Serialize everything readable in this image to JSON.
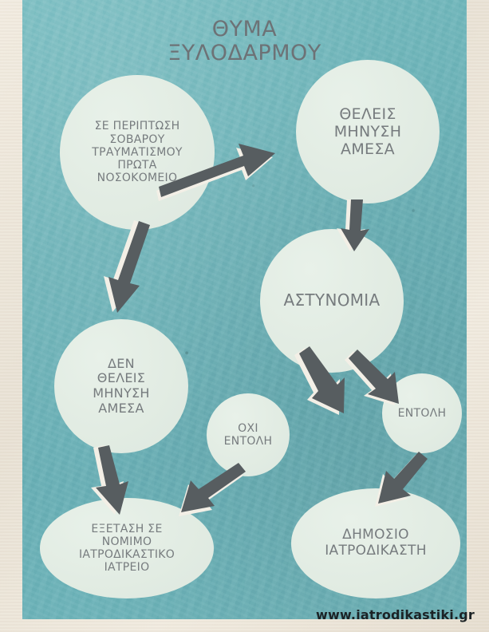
{
  "poster": {
    "title": "ΘΥΜΑ\nΞΥΛΟΔΑΡΜΟΥ",
    "url": "www.iatrodikastiki.gr",
    "colors": {
      "panel_teal": "#6fb3b8",
      "frame_cream": "#efe9de",
      "node_fill": "#e3ede4",
      "text_gray": "#767b7e",
      "title_gray": "#6d7276",
      "arrow_gray": "#575d60",
      "arrow_highlight": "#f3f0e8",
      "url_dark": "#1c2326"
    }
  },
  "nodes": [
    {
      "id": "hospital",
      "label": "ΣΕ ΠΕΡΙΠΤΩΣΗ\nΣΟΒΑΡΟΥ\nΤΡΑΥΜΑΤΙΣΜΟΥ\nΠΡΩΤΑ\nΝΟΣΟΚΟΜΕΙΟ"
    },
    {
      "id": "wants",
      "label": "ΘΕΛΕΙΣ\nΜΗΝΥΣΗ\nΑΜΕΣΑ"
    },
    {
      "id": "police",
      "label": "ΑΣΤΥΝΟΜΙΑ"
    },
    {
      "id": "notwant",
      "label": "ΔΕΝ\nΘΕΛΕΙΣ\nΜΗΝΥΣΗ\nΑΜΕΣΑ"
    },
    {
      "id": "noorder",
      "label": "ΟΧΙ\nΕΝΤΟΛΗ"
    },
    {
      "id": "order",
      "label": "ΕΝΤΟΛΗ"
    },
    {
      "id": "legal",
      "label": "ΕΞΕΤΑΣΗ ΣΕ\nΝΟΜΙΜΟ\nΙΑΤΡΟΔΙΚΑΣΤΙΚΟ\nΙΑΤΡΕΙΟ"
    },
    {
      "id": "public",
      "label": "ΔΗΜΟΣΙΟ\nΙΑΤΡΟΔΙΚΑΣΤΗ"
    }
  ],
  "edges": [
    {
      "from": "hospital",
      "to": "wants"
    },
    {
      "from": "hospital",
      "to": "notwant"
    },
    {
      "from": "wants",
      "to": "police"
    },
    {
      "from": "police",
      "to": "noorder"
    },
    {
      "from": "police",
      "to": "order"
    },
    {
      "from": "notwant",
      "to": "legal"
    },
    {
      "from": "noorder",
      "to": "legal"
    },
    {
      "from": "order",
      "to": "public"
    }
  ]
}
